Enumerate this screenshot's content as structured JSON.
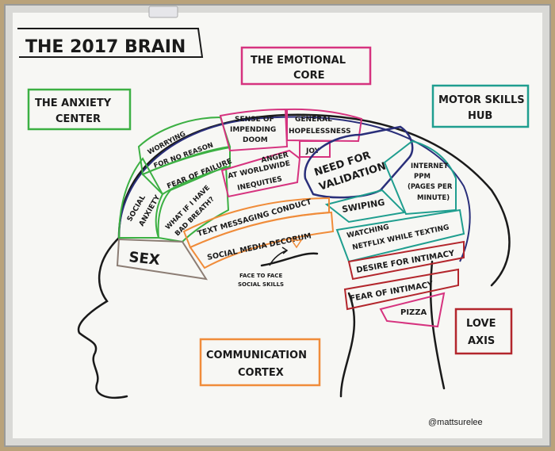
{
  "title": "THE 2017 BRAIN",
  "credit": "@mattsurelee",
  "colors": {
    "wall": "#b9a27a",
    "board": "#f7f7f4",
    "ink": "#1a1a1a",
    "green": "#3cb043",
    "pink": "#d6337f",
    "teal": "#1f9e8f",
    "orange": "#f08c3a",
    "navy": "#2a2f7a",
    "red": "#b3262c",
    "gray": "#8c7d74"
  },
  "centers": {
    "anxiety": [
      "THE ANXIETY",
      "CENTER"
    ],
    "emotional": [
      "THE EMOTIONAL",
      "CORE"
    ],
    "motor": [
      "MOTOR SKILLS",
      "HUB"
    ],
    "communication": [
      "COMMUNICATION",
      "CORTEX"
    ],
    "love": [
      "LOVE",
      "AXIS"
    ]
  },
  "regions": {
    "worrying": [
      "WORRYING",
      "FOR NO REASON"
    ],
    "sense_doom": [
      "SENSE OF",
      "IMPENDING",
      "DOOM"
    ],
    "hopelessness": [
      "GENERAL",
      "HOPELESSNESS"
    ],
    "joy": "JOY",
    "fear_failure": "FEAR OF FAILURE",
    "anger": [
      "ANGER",
      "AT WORLDWIDE",
      "INEQUITIES"
    ],
    "validation": [
      "NEED FOR",
      "VALIDATION"
    ],
    "social_anxiety": [
      "SOCIAL",
      "ANXIETY"
    ],
    "bad_breath": [
      "WHAT IF I HAVE",
      "BAD BREATH?"
    ],
    "internet_ppm": [
      "INTERNET",
      "PPM",
      "(PAGES PER",
      "MINUTE)"
    ],
    "swiping": "SWIPING",
    "texting": "TEXT MESSAGING CONDUCT",
    "social_media": "SOCIAL MEDIA DECORUM",
    "netflix": [
      "WATCHING",
      "NETFLIX WHILE TEXTING"
    ],
    "sex": "SEX",
    "face_to_face": [
      "FACE TO FACE",
      "SOCIAL SKILLS"
    ],
    "desire_intimacy": "DESIRE FOR INTIMACY",
    "fear_intimacy": "FEAR OF INTIMACY",
    "pizza": "PIZZA"
  }
}
